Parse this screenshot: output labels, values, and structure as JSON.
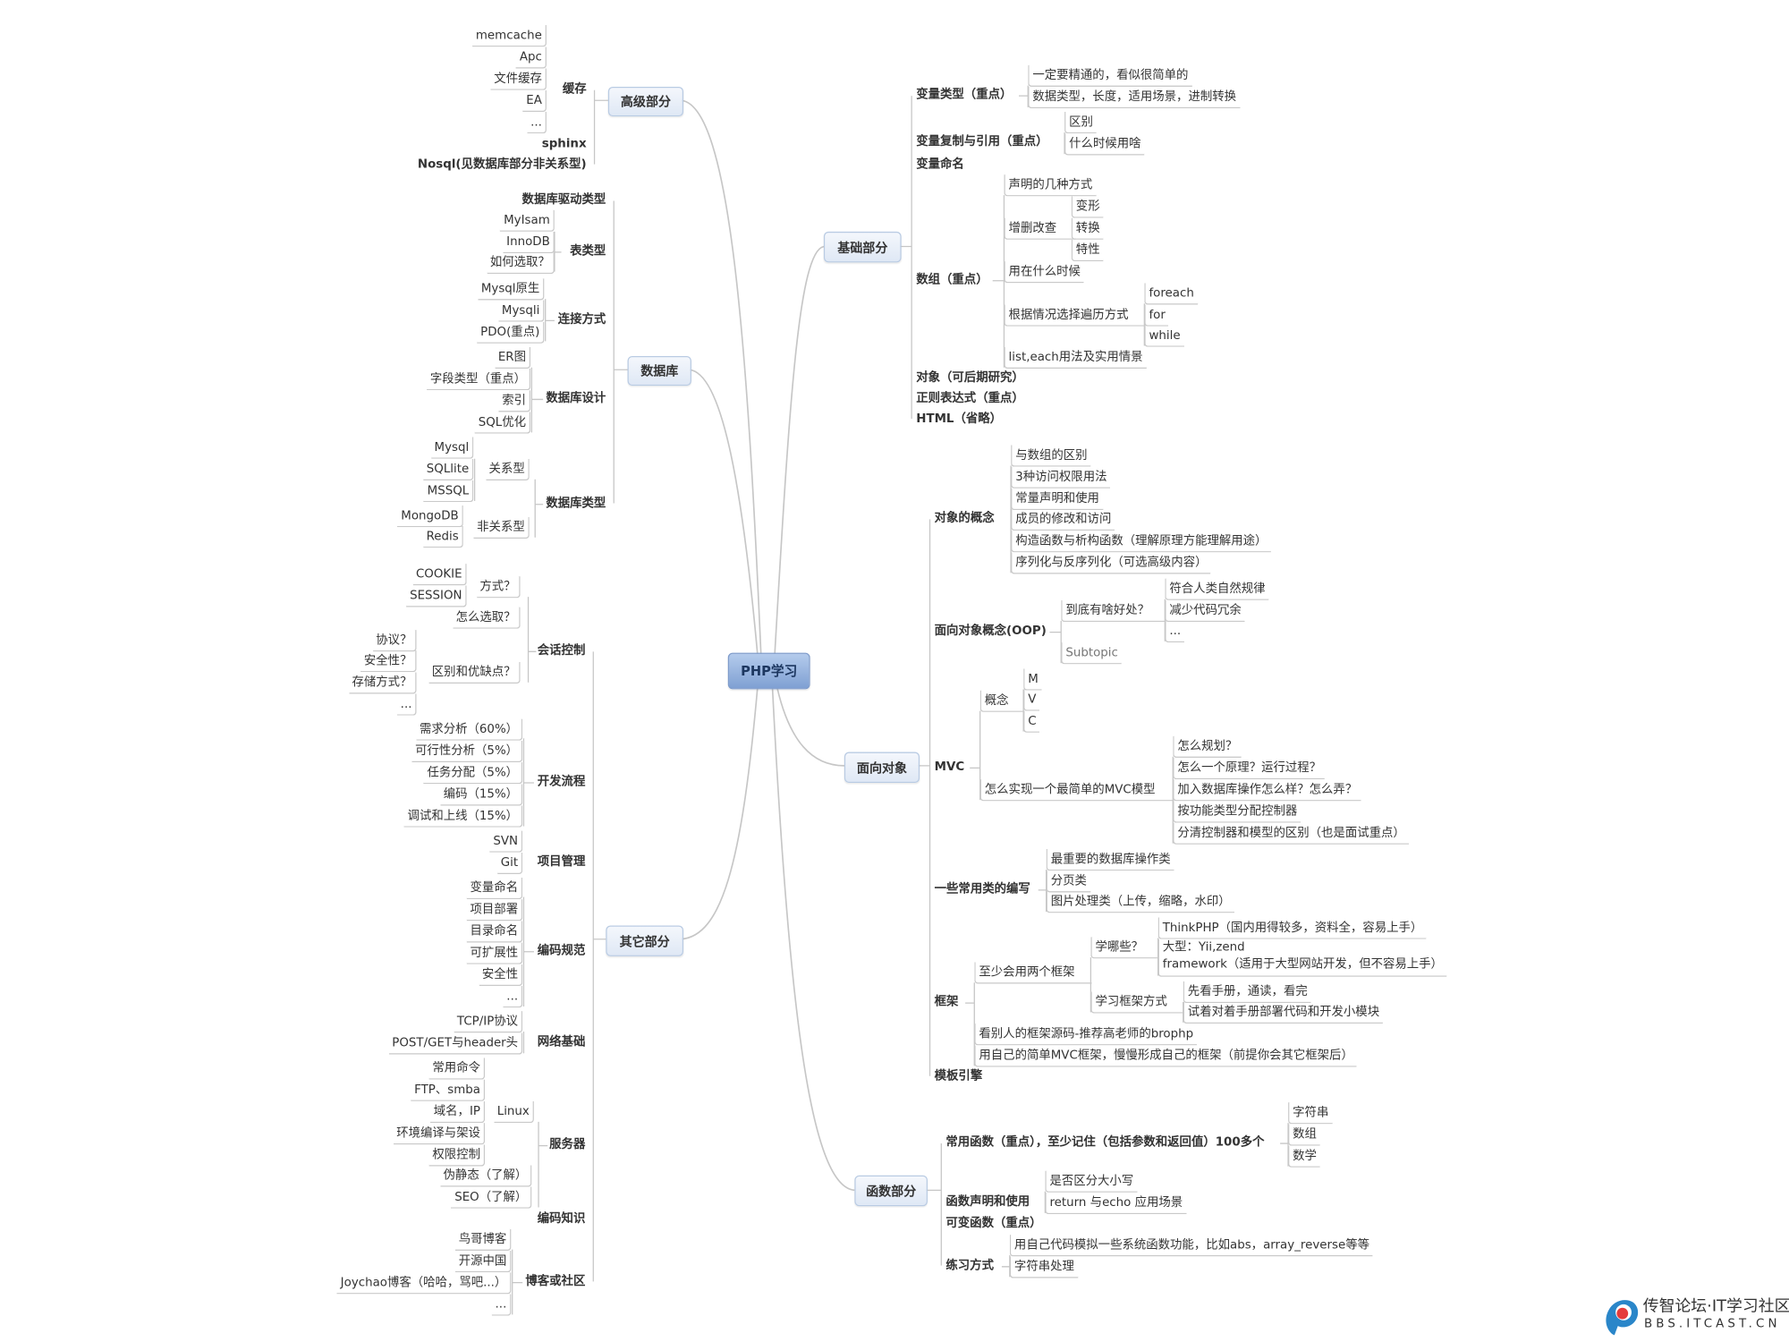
{
  "root": "PHP学习",
  "advanced": {
    "label": "高级部分",
    "cache": {
      "label": "缓存",
      "items": [
        "memcache",
        "Apc",
        "文件缓存",
        "EA",
        "..."
      ]
    },
    "sphinx": "sphinx",
    "nosql": "Nosql(见数据库部分非关系型)"
  },
  "database": {
    "label": "数据库",
    "driver": "数据库驱动类型",
    "table": {
      "label": "表类型",
      "items": [
        "MyIsam",
        "InnoDB",
        "如何选取？"
      ]
    },
    "connect": {
      "label": "连接方式",
      "items": [
        "Mysql原生",
        "Mysqli",
        "PDO(重点)"
      ]
    },
    "design": {
      "label": "数据库设计",
      "items": [
        "ER图",
        "字段类型（重点）",
        "索引",
        "SQL优化"
      ]
    },
    "types": {
      "label": "数据库类型",
      "relational": {
        "label": "关系型",
        "items": [
          "Mysql",
          "SQLlite",
          "MSSQL"
        ]
      },
      "nonrelational": {
        "label": "非关系型",
        "items": [
          "MongoDB",
          "Redis"
        ]
      }
    }
  },
  "other": {
    "label": "其它部分",
    "session": {
      "label": "会话控制",
      "method": {
        "label": "方式？",
        "items": [
          "COOKIE",
          "SESSION"
        ]
      },
      "choose": "怎么选取？",
      "diff": {
        "label": "区别和优缺点？",
        "items": [
          "协议？",
          "安全性？",
          "存储方式？",
          "..."
        ]
      }
    },
    "process": {
      "label": "开发流程",
      "items": [
        "需求分析（60%）",
        "可行性分析（5%）",
        "任务分配（5%）",
        "编码（15%）",
        "调试和上线（15%）"
      ]
    },
    "project": {
      "label": "项目管理",
      "items": [
        "SVN",
        "Git"
      ]
    },
    "coding": {
      "label": "编码规范",
      "items": [
        "变量命名",
        "项目部署",
        "目录命名",
        "可扩展性",
        "安全性",
        "..."
      ]
    },
    "network": {
      "label": "网络基础",
      "items": [
        "TCP/IP协议",
        "POST/GET与header头"
      ]
    },
    "server": {
      "label": "服务器",
      "linux": {
        "label": "Linux",
        "items": [
          "常用命令",
          "FTP、smba",
          "域名，IP",
          "环境编译与架设",
          "权限控制"
        ]
      },
      "items": [
        "伪静态（了解）",
        "SEO（了解）"
      ]
    },
    "encoding": "编码知识",
    "blog": {
      "label": "博客或社区",
      "items": [
        "鸟哥博客",
        "开源中国",
        "Joychao博客（哈哈，骂吧...）",
        "..."
      ]
    }
  },
  "basics": {
    "label": "基础部分",
    "vartype": {
      "label": "变量类型（重点）",
      "items": [
        "一定要精通的，看似很简单的",
        "数据类型，长度，适用场景，进制转换"
      ]
    },
    "varcopy": {
      "label": "变量复制与引用（重点）",
      "items": [
        "区别",
        "什么时候用啥"
      ]
    },
    "varname": "变量命名",
    "array": {
      "label": "数组（重点）",
      "declare": "声明的几种方式",
      "crud": {
        "label": "增删改查",
        "items": [
          "变形",
          "转换",
          "特性"
        ]
      },
      "when": "用在什么时候",
      "loop": {
        "label": "根据情况选择遍历方式",
        "items": [
          "foreach",
          "for",
          "while"
        ]
      },
      "listeach": "list,each用法及实用情景"
    },
    "object": "对象（可后期研究）",
    "regex": "正则表达式（重点）",
    "html": "HTML（省略）"
  },
  "oop": {
    "label": "面向对象",
    "concept": {
      "label": "对象的概念",
      "items": [
        "与数组的区别",
        "3种访问权限用法",
        "常量声明和使用",
        "成员的修改和访问",
        "构造函数与析构函数（理解原理方能理解用途）",
        "序列化与反序列化（可选高级内容）"
      ]
    },
    "oopconcept": {
      "label": "面向对象概念(OOP)",
      "benefit": {
        "label": "到底有啥好处？",
        "items": [
          "符合人类自然规律",
          "减少代码冗余",
          "..."
        ]
      },
      "subtopic": "Subtopic"
    },
    "mvc": {
      "label": "MVC",
      "concept": {
        "label": "概念",
        "items": [
          "M",
          "V",
          "C"
        ]
      },
      "impl": {
        "label": "怎么实现一个最简单的MVC模型",
        "items": [
          "怎么规划？",
          "怎么一个原理？运行过程？",
          "加入数据库操作怎么样？怎么弄？",
          "按功能类型分配控制器",
          "分清控制器和模型的区别（也是面试重点）"
        ]
      }
    },
    "classes": {
      "label": "一些常用类的编写",
      "items": [
        "最重要的数据库操作类",
        "分页类",
        "图片处理类（上传，缩略，水印）"
      ]
    },
    "framework": {
      "label": "框架",
      "atleast": {
        "label": "至少会用两个框架",
        "which": {
          "label": "学哪些？",
          "items": [
            "ThinkPHP（国内用得较多，资料全，容易上手）",
            "大型：Yii,zend\nframework（适用于大型网站开发，但不容易上手）"
          ]
        },
        "how": {
          "label": "学习框架方式",
          "items": [
            "先看手册，通读，看完",
            "试着对着手册部署代码和开发小模块"
          ]
        }
      },
      "source": "看别人的框架源码-推荐高老师的brophp",
      "own": "用自己的简单MVC框架，慢慢形成自己的框架（前提你会其它框架后）"
    },
    "template": "模板引擎"
  },
  "functions": {
    "label": "函数部分",
    "common": {
      "label": "常用函数（重点），至少记住（包括参数和返回值）100多个",
      "items": [
        "字符串",
        "数组",
        "数学"
      ]
    },
    "declare": {
      "label": "函数声明和使用",
      "items": [
        "是否区分大小写",
        "return 与echo 应用场景"
      ]
    },
    "variable": "可变函数（重点）",
    "practice": {
      "label": "练习方式",
      "items": [
        "用自己代码模拟一些系统函数功能，比如abs，array_reverse等等",
        "字符串处理"
      ]
    }
  },
  "watermark": {
    "title": "传智论坛·IT学习社区",
    "url": "BBS.ITCAST.CN"
  }
}
